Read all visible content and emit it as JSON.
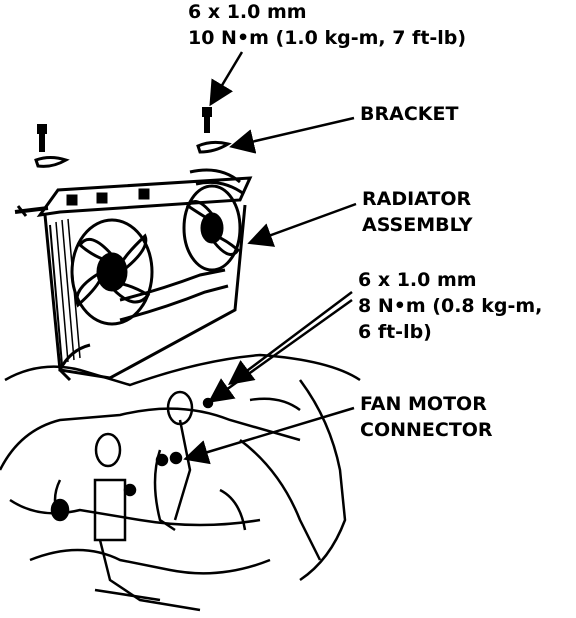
{
  "callouts": {
    "top_fastener": {
      "line1": "6 x 1.0 mm",
      "line2": "10 N•m (1.0 kg-m, 7 ft-lb)"
    },
    "bracket": {
      "line1": "BRACKET"
    },
    "radiator_assembly": {
      "line1": "RADIATOR",
      "line2": "ASSEMBLY"
    },
    "lower_fastener": {
      "line1": "6 x 1.0 mm",
      "line2": "8 N•m (0.8 kg-m,",
      "line3": "6 ft-lb)"
    },
    "fan_motor_connector": {
      "line1": "FAN MOTOR",
      "line2": "CONNECTOR"
    }
  },
  "colors": {
    "ink": "#000000",
    "paper": "#ffffff"
  }
}
